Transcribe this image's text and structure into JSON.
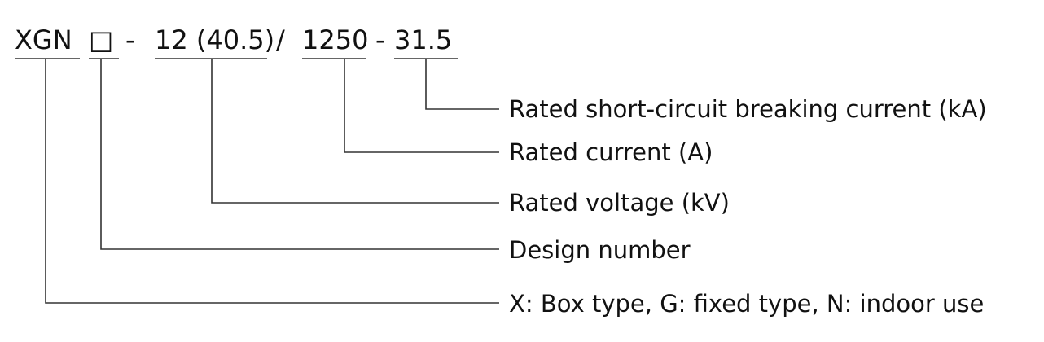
{
  "model_code": {
    "parts": [
      {
        "id": "series",
        "text": "XGN"
      },
      {
        "id": "design",
        "text": "□"
      },
      {
        "id": "sep1",
        "text": "-"
      },
      {
        "id": "voltage",
        "text": "12 (40.5)"
      },
      {
        "id": "slash",
        "text": "/"
      },
      {
        "id": "current",
        "text": "1250"
      },
      {
        "id": "sep2",
        "text": "-"
      },
      {
        "id": "breaking",
        "text": "31.5"
      }
    ]
  },
  "labels": {
    "breaking": "Rated short-circuit breaking current (kA)",
    "current": "Rated current (A)",
    "voltage": "Rated voltage (kV)",
    "design": "Design number",
    "series": "X: Box type, G: fixed type, N: indoor use"
  }
}
